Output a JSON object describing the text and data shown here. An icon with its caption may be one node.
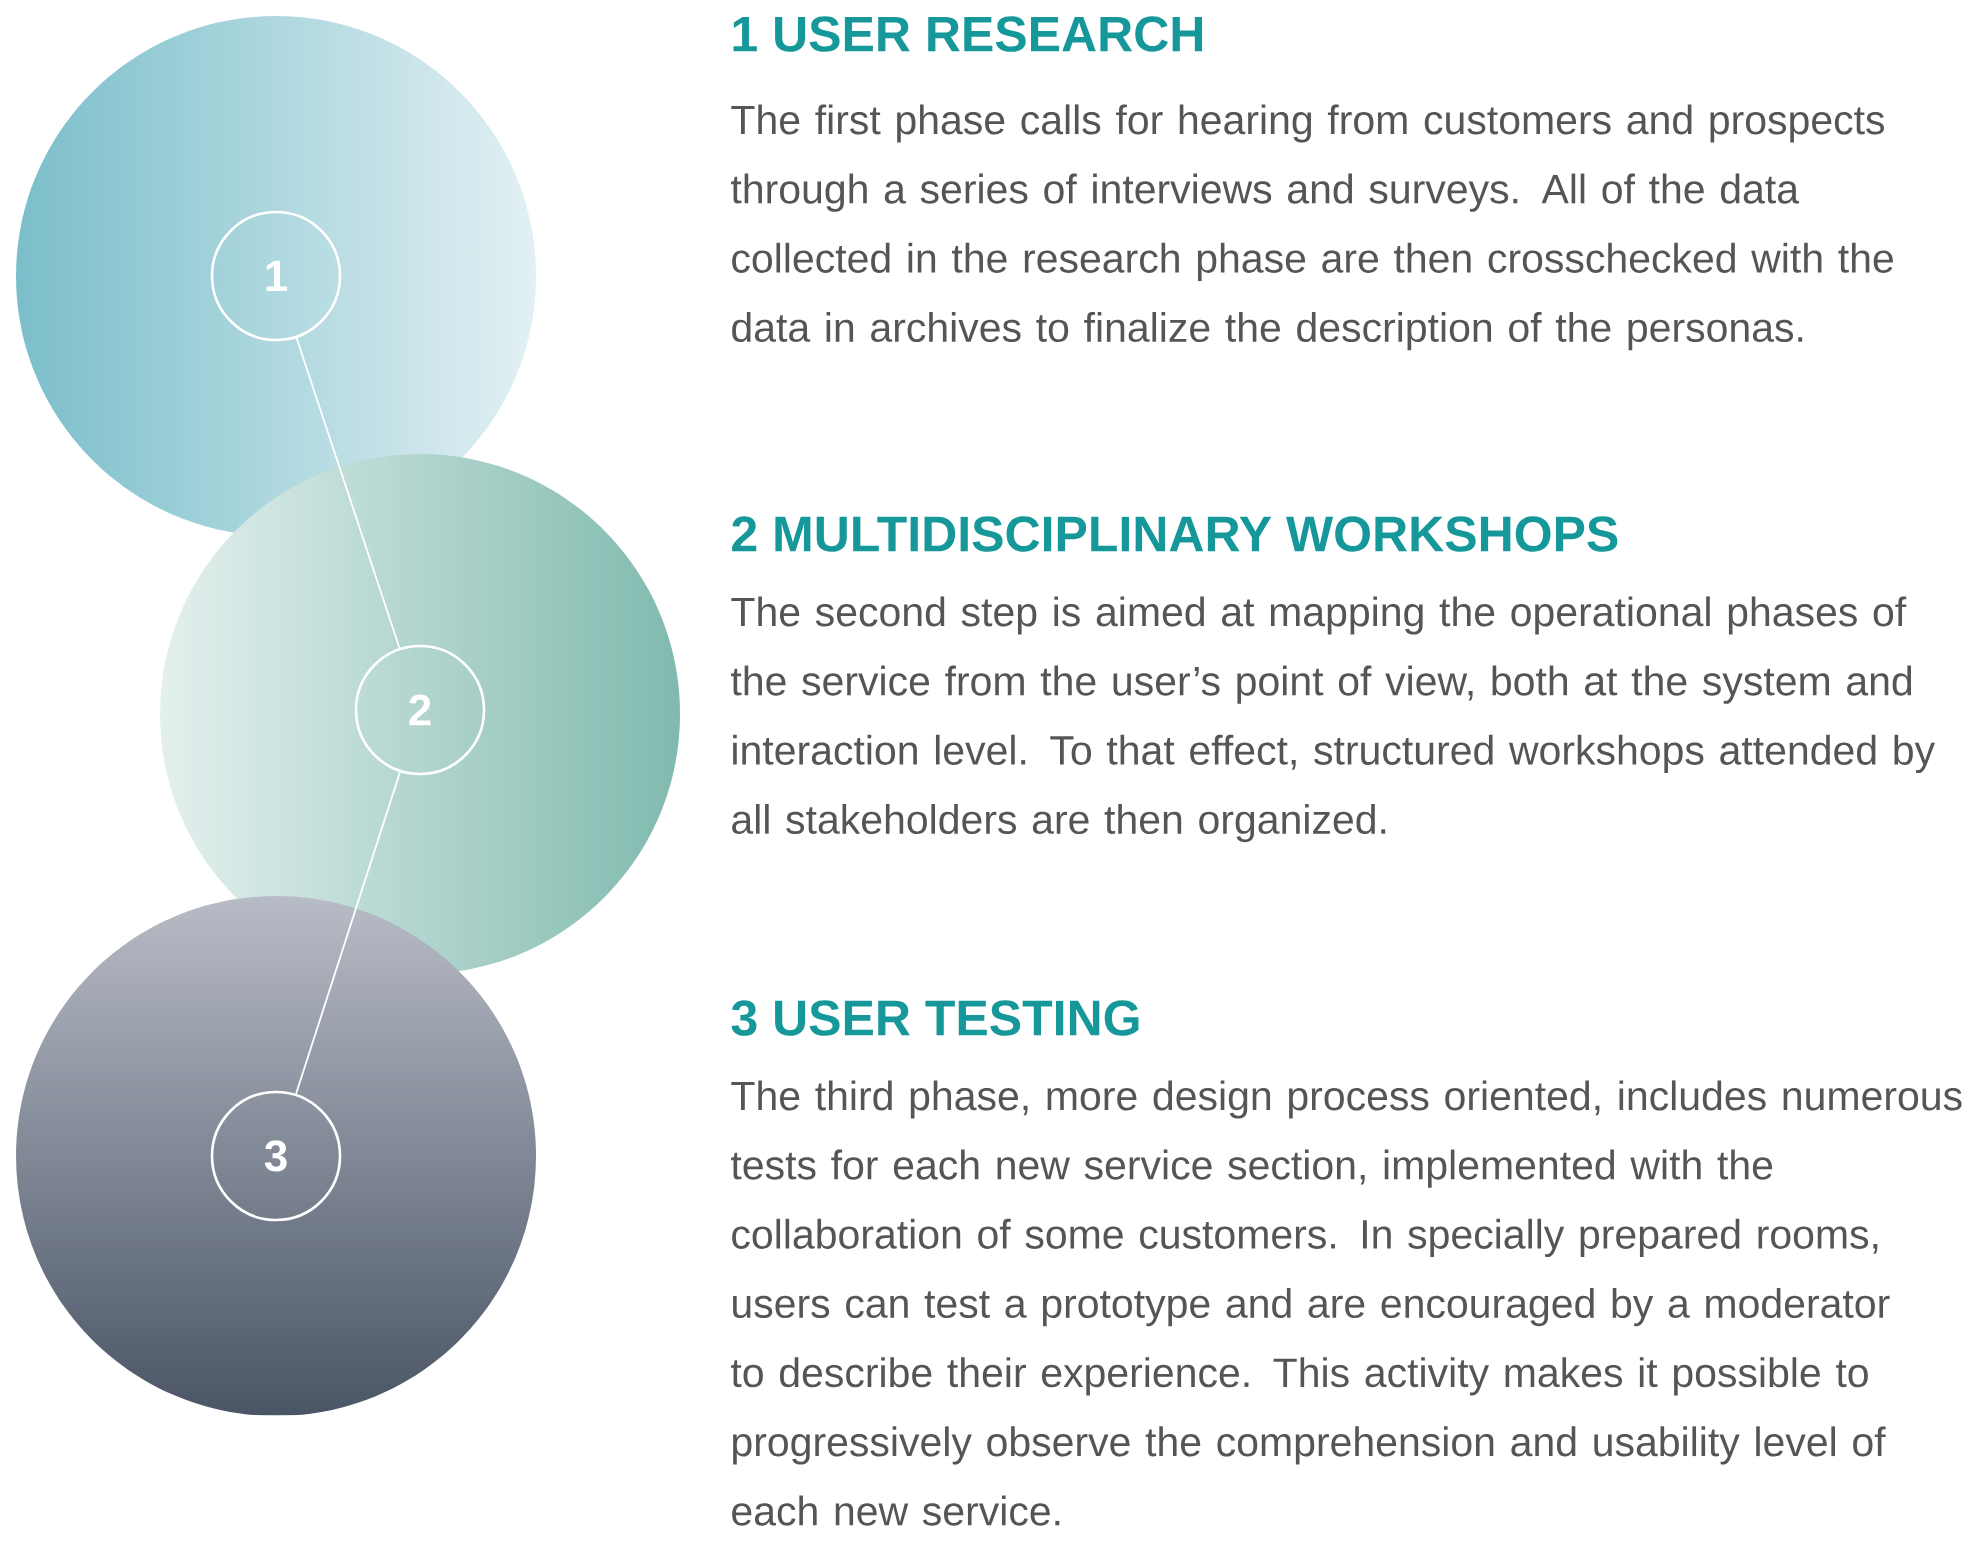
{
  "diagram": {
    "nodes": [
      {
        "text": [
          "1"
        ]
      },
      {
        "text": [
          "2"
        ]
      },
      {
        "text": [
          "3"
        ]
      }
    ],
    "edges": [
      {
        "from": 0,
        "to": 1,
        "arrow": "none"
      },
      {
        "from": 1,
        "to": 2,
        "arrow": "none"
      }
    ],
    "labels": [
      "1 USER RESEARCH",
      "The first phase calls for hearing from customers and prospects through a series of interviews and surveys. All of the data collected in the research phase are then crosschecked with the data in archives to finalize the description of the personas.",
      "2 MULTIDISCIPLINARY WORKSHOPS",
      "The second step is aimed at mapping the operational phases of the service from the user’s point of view, both at the system and interaction level. To that effect, structured workshops attended by all stakeholders are then organized.",
      "3 USER TESTING",
      "The third phase, more design process oriented, includes numerous tests for each new service section, implemented with the collaboration of some customers. In specially prepared rooms, users can test a prototype and are encouraged by a moderator to describe their experience. This activity makes it possible to progressively observe the comprehension and usability level of each new service."
    ]
  }
}
